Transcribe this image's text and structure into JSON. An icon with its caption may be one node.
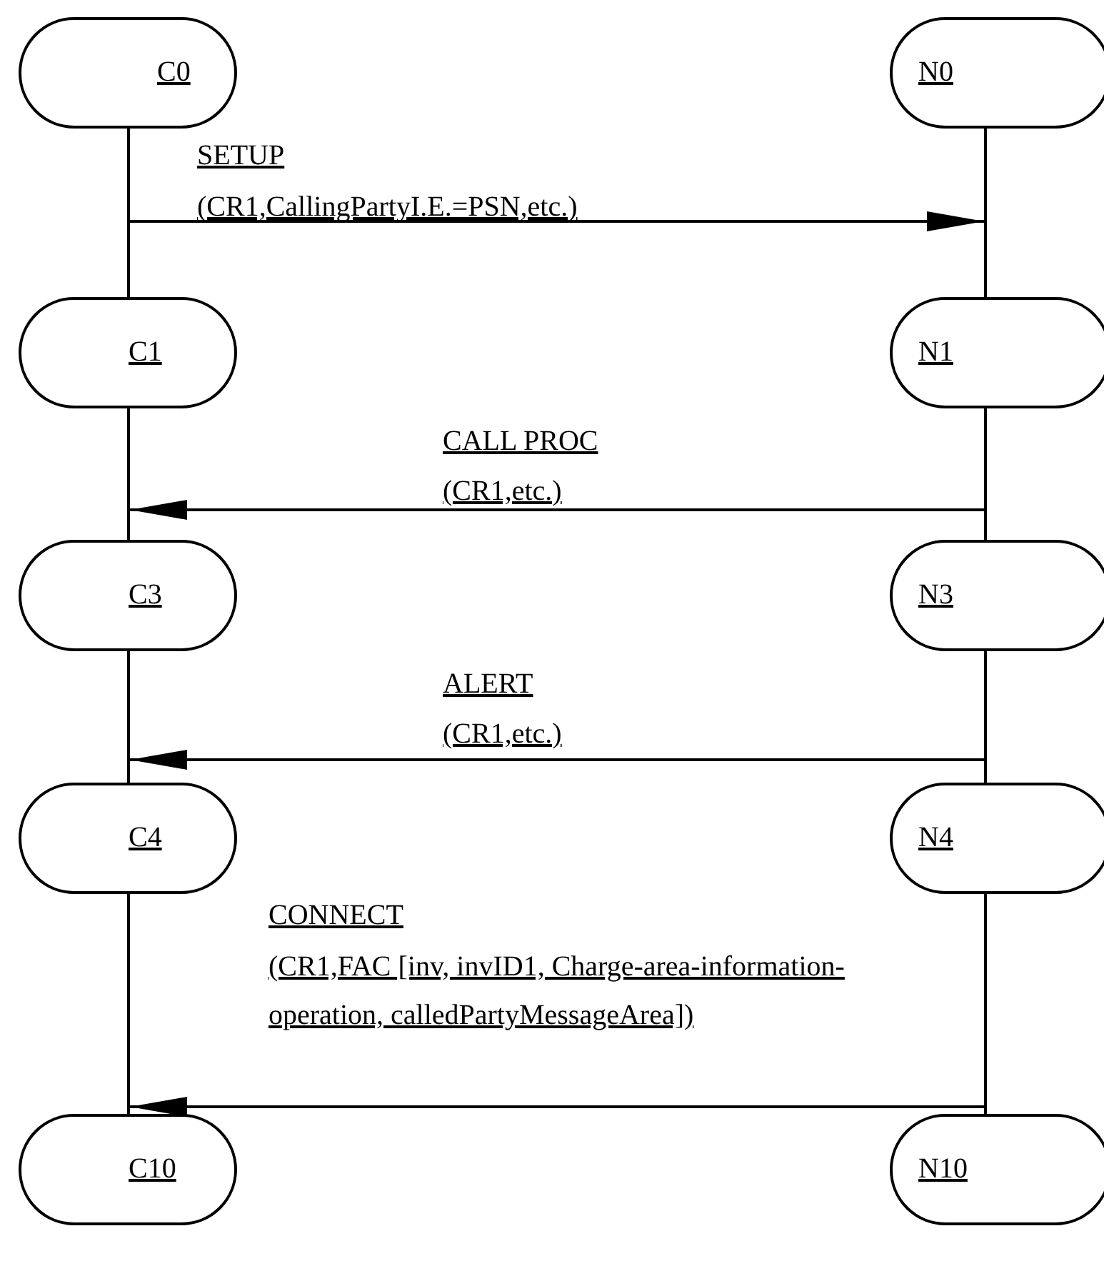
{
  "diagram": {
    "nodes": [
      {
        "text": [
          "C0"
        ]
      },
      {
        "text": [
          "C1"
        ]
      },
      {
        "text": [
          "C3"
        ]
      },
      {
        "text": [
          "C4"
        ]
      },
      {
        "text": [
          "C10"
        ]
      },
      {
        "text": [
          "N0"
        ]
      },
      {
        "text": [
          "N1"
        ]
      },
      {
        "text": [
          "N3"
        ]
      },
      {
        "text": [
          "N4"
        ]
      },
      {
        "text": [
          "N10"
        ]
      },
      {
        "text": [],
        "shape": "bar"
      },
      {
        "text": [],
        "shape": "bar"
      },
      {
        "text": [],
        "shape": "bar"
      },
      {
        "text": [],
        "shape": "bar"
      },
      {
        "text": [],
        "shape": "bar"
      },
      {
        "text": [],
        "shape": "bar"
      },
      {
        "text": [],
        "shape": "bar"
      },
      {
        "text": [],
        "shape": "bar"
      }
    ],
    "edges": [
      {
        "from": 10,
        "to": 14,
        "arrow": "to"
      },
      {
        "from": 15,
        "to": 11,
        "arrow": "to"
      },
      {
        "from": 16,
        "to": 12,
        "arrow": "to"
      },
      {
        "from": 17,
        "to": 13,
        "arrow": "to"
      }
    ],
    "labels": [
      "SETUP",
      "(CR1,CallingPartyI.E.=PSN,etc.)",
      "CALL PROC",
      "(CR1,etc.)",
      "ALERT",
      "(CR1,etc.)",
      "CONNECT",
      "(CR1,FAC [inv,  invID1, Charge-area-information-operation, calledPartyMessageArea])"
    ]
  }
}
